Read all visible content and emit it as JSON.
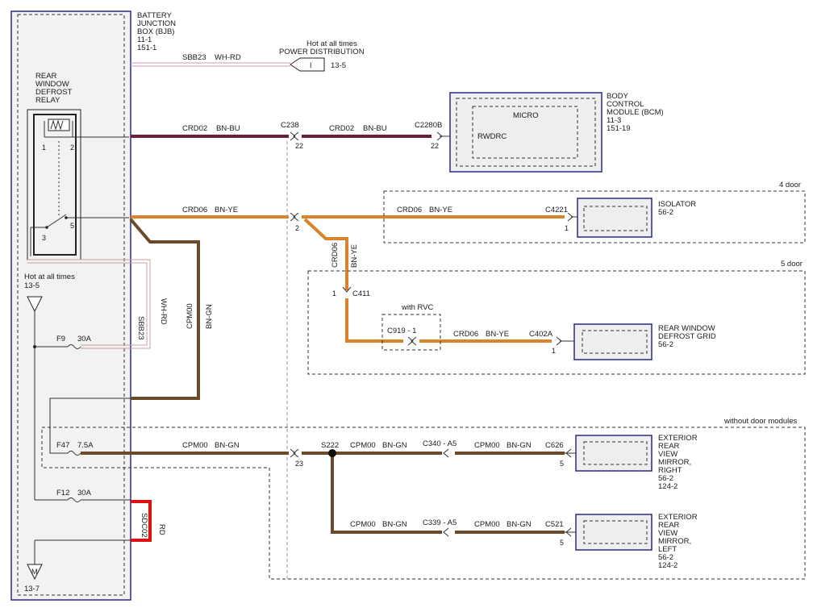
{
  "bjb": {
    "title_lines": [
      "BATTERY",
      "JUNCTION",
      "BOX (BJB)",
      "11-1",
      "151-1"
    ],
    "relay_label_lines": [
      "REAR",
      "WINDOW",
      "DEFROST",
      "RELAY"
    ],
    "relay_pins": [
      "1",
      "2",
      "3",
      "5"
    ],
    "hot_label": "Hot at all times",
    "hot_ref": "13-5",
    "ground_ref": "13-7",
    "ground_letter": "M",
    "fuse_f9": "F9",
    "fuse_f9_rating": "30A",
    "fuse_f47": "F47",
    "fuse_f47_rating": "7.5A",
    "fuse_f12": "F12",
    "fuse_f12_rating": "30A"
  },
  "power_dist": {
    "line1": "Hot at all times",
    "line2": "POWER DISTRIBUTION",
    "ref": "13-5",
    "wire": "SBB23",
    "color": "WH-RD"
  },
  "wires": {
    "crd02": "CRD02",
    "crd02_color": "BN-BU",
    "crd06": "CRD06",
    "crd06_color": "BN-YE",
    "cpm00": "CPM00",
    "cpm00_color": "BN-GN",
    "sbb23": "SBB23",
    "sbb23_color": "WH-RD",
    "sdc02": "SDC02",
    "sdc02_color": "RD"
  },
  "connectors": {
    "c238": "C238",
    "c238_pin_a": "22",
    "c238_pin_b": "2",
    "c238_pin_c": "23",
    "c2280b": "C2280B",
    "c2280b_pin": "22",
    "c4221": "C4221",
    "c4221_pin": "1",
    "c411": "C411",
    "c411_pin": "1",
    "c919": "C919 - 1",
    "c402a": "C402A",
    "c402a_pin": "1",
    "s222": "S222",
    "c340": "C340 - A5",
    "c339": "C339 - A5",
    "c626": "C626",
    "c626_pin": "5",
    "c521": "C521",
    "c521_pin": "5"
  },
  "bcm": {
    "lines": [
      "BODY",
      "CONTROL",
      "MODULE (BCM)",
      "11-3",
      "151-19"
    ],
    "micro": "MICRO",
    "pin": "RWDRC"
  },
  "isolator": {
    "lines": [
      "ISOLATOR",
      "56-2"
    ],
    "variant": "4 door"
  },
  "defrost_grid": {
    "lines": [
      "REAR WINDOW",
      "DEFROST GRID",
      "56-2"
    ],
    "variant": "5 door"
  },
  "rvc": "with RVC",
  "mirror_right": {
    "lines": [
      "EXTERIOR",
      "REAR",
      "VIEW",
      "MIRROR,",
      "RIGHT",
      "56-2",
      "124-2"
    ]
  },
  "mirror_left": {
    "lines": [
      "EXTERIOR",
      "REAR",
      "VIEW",
      "MIRROR,",
      "LEFT",
      "56-2",
      "124-2"
    ]
  },
  "without_modules": "without door modules",
  "colors": {
    "bn_bu": "#6b1f3a",
    "bn_ye": "#d9832a",
    "bn_gn": "#6b4a2a",
    "wh_rd": "#c9a0a0",
    "rd": "#dd1111",
    "module_border": "#2a2a8a"
  }
}
